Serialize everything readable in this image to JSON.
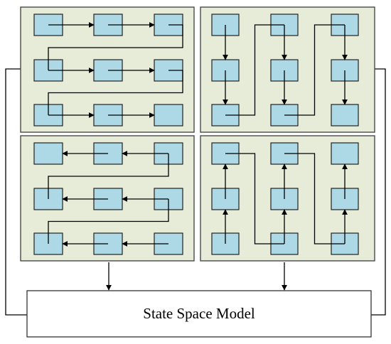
{
  "diagram": {
    "model_label": "State Space Model",
    "colors": {
      "panel_fill": "#e6ecd8",
      "panel_stroke": "#4a4a4a",
      "cell_fill": "#add8e6",
      "cell_stroke": "#222222",
      "line": "#000000",
      "box_fill": "#ffffff"
    },
    "panels": [
      {
        "name": "row-scan-forward",
        "scan": "horizontal",
        "direction": "left-to-right"
      },
      {
        "name": "column-scan-down",
        "scan": "vertical",
        "direction": "top-to-bottom"
      },
      {
        "name": "row-scan-backward",
        "scan": "horizontal",
        "direction": "right-to-left"
      },
      {
        "name": "column-scan-up",
        "scan": "vertical",
        "direction": "bottom-to-top"
      }
    ],
    "grid": {
      "rows": 3,
      "cols": 3
    }
  }
}
